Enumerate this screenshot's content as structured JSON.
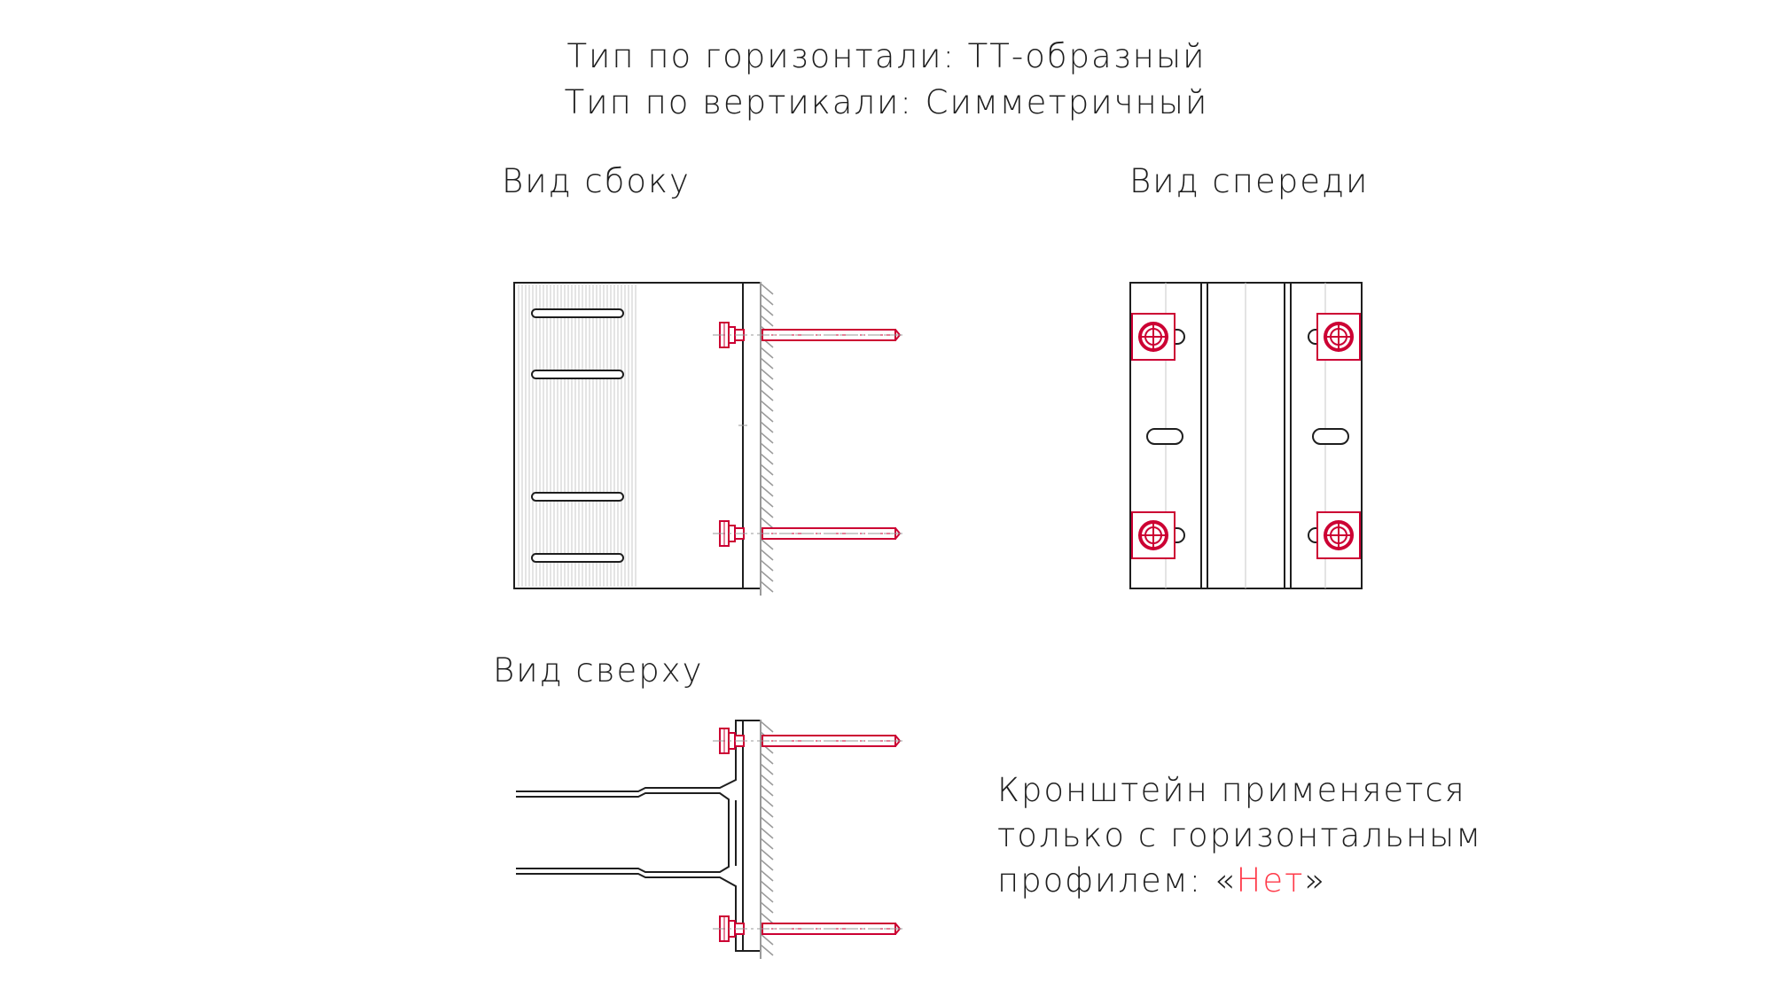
{
  "header": {
    "line1": "Тип по горизонтали: ТТ-образный",
    "line2": "Тип по вертикали: Симметричный"
  },
  "views": {
    "side": "Вид сбоку",
    "front": "Вид спереди",
    "top": "Вид сверху"
  },
  "note": {
    "line1": "Кронштейн применяется",
    "line2": "только с горизонтальным",
    "line3_prefix": "профилем: «",
    "line3_value": "Нет",
    "line3_suffix": "»"
  },
  "colors": {
    "line": "#1e1e1e",
    "bolt": "#cc0033",
    "hatch": "#9a9a9a",
    "accent_text": "#ff3b4a"
  }
}
